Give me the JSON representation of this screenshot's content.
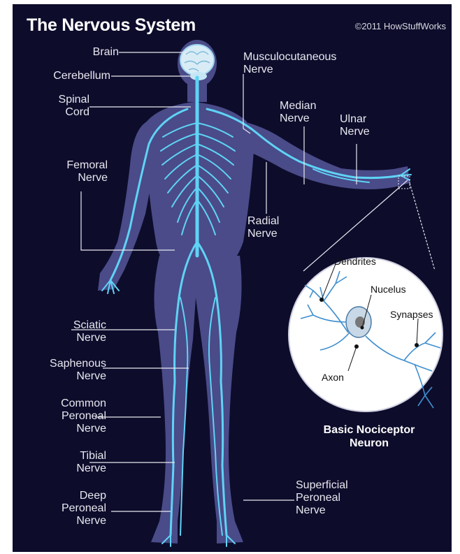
{
  "header": {
    "title": "The Nervous System",
    "copyright": "©2011 HowStuffWorks"
  },
  "labels": {
    "brain": "Brain",
    "cerebellum": "Cerebellum",
    "spinal_cord_1": "Spinal",
    "spinal_cord_2": "Cord",
    "femoral_1": "Femoral",
    "femoral_2": "Nerve",
    "sciatic_1": "Sciatic",
    "sciatic_2": "Nerve",
    "saphenous_1": "Saphenous",
    "saphenous_2": "Nerve",
    "common_peroneal_1": "Common",
    "common_peroneal_2": "Peroneal",
    "common_peroneal_3": "Nerve",
    "tibial_1": "Tibial",
    "tibial_2": "Nerve",
    "deep_peroneal_1": "Deep",
    "deep_peroneal_2": "Peroneal",
    "deep_peroneal_3": "Nerve",
    "musculocutaneous_1": "Musculocutaneous",
    "musculocutaneous_2": "Nerve",
    "median_1": "Median",
    "median_2": "Nerve",
    "ulnar_1": "Ulnar",
    "ulnar_2": "Nerve",
    "radial_1": "Radial",
    "radial_2": "Nerve",
    "superficial_peroneal_1": "Superficial",
    "superficial_peroneal_2": "Peroneal",
    "superficial_peroneal_3": "Nerve"
  },
  "neuron": {
    "dendrites": "Dendrites",
    "nucleus": "Nucelus",
    "synapses": "Synapses",
    "axon": "Axon",
    "caption_1": "Basic Nociceptor",
    "caption_2": "Neuron"
  },
  "colors": {
    "background": "#0d0c2b",
    "body": "#5a5a9a",
    "nerve": "#5fd3f5",
    "label_text": "#e8e8f0"
  }
}
